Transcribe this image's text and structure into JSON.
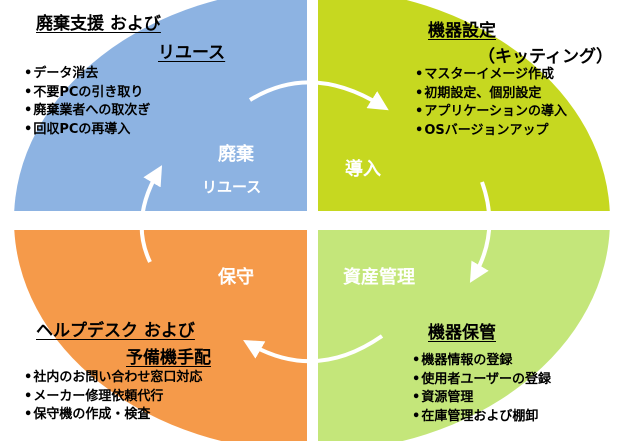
{
  "quadrants": {
    "top_left": {
      "title_line1": "廃棄支援 および",
      "title_line2": "リユース",
      "items": [
        "データ消去",
        "不要PCの引き取り",
        "廃棄業者への取次ぎ",
        "回収PCの再導入"
      ],
      "center_label": "廃棄",
      "center_sublabel": "リユース",
      "color": "#8db3e2"
    },
    "top_right": {
      "title_line1": "機器設定",
      "title_line2": "（キッティング）",
      "items": [
        "マスターイメージ作成",
        "初期設定、個別設定",
        "アプリケーションの導入",
        "OSバージョンアップ"
      ],
      "center_label": "導入",
      "color": "#c6d820"
    },
    "bottom_left": {
      "title_line1": "ヘルプデスク および",
      "title_line2": "予備機手配",
      "items": [
        "社内のお問い合わせ窓口対応",
        "メーカー修理依頼代行",
        "保守機の作成・検査"
      ],
      "center_label": "保守",
      "color": "#f59a4a"
    },
    "bottom_right": {
      "title_line1": "機器保管",
      "items": [
        "機器情報の登録",
        "使用者ユーザーの登録",
        "資源管理",
        "在庫管理および棚卸"
      ],
      "center_label": "資産管理",
      "color": "#c4e67a"
    }
  }
}
